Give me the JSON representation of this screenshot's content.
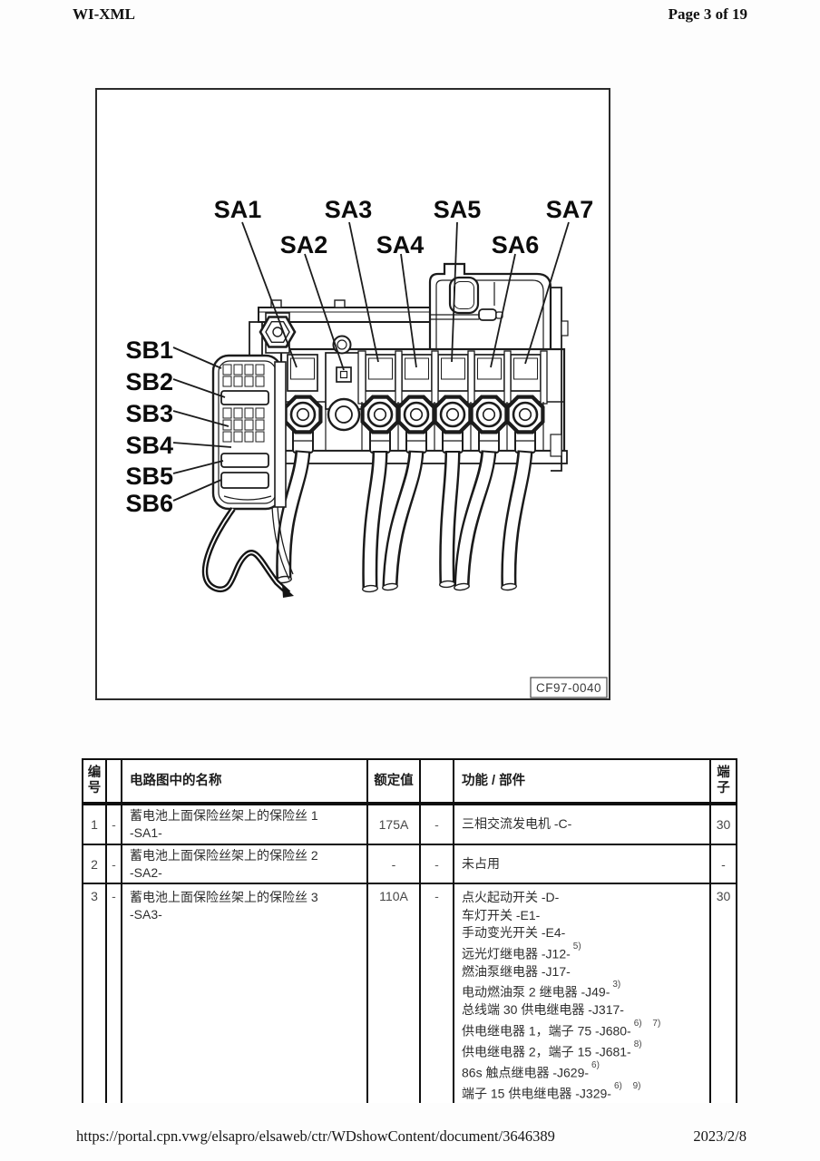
{
  "page": {
    "header_left": "WI-XML",
    "header_right": "Page 3 of 19",
    "footer_url": "https://portal.cpn.vwg/elsapro/elsaweb/ctr/WDshowContent/document/3646389",
    "footer_date": "2023/2/8"
  },
  "figure": {
    "code": "CF97-0040",
    "top_labels": [
      "SA1",
      "SA2",
      "SA3",
      "SA4",
      "SA5",
      "SA6",
      "SA7"
    ],
    "side_labels": [
      "SB1",
      "SB2",
      "SB3",
      "SB4",
      "SB5",
      "SB6"
    ]
  },
  "table": {
    "headers": {
      "no": "编号",
      "name": "电路图中的名称",
      "rating": "额定值",
      "function": "功能 / 部件",
      "terminal": "端子"
    },
    "rows": [
      {
        "no": "1",
        "dash": "-",
        "name": [
          "蓄电池上面保险丝架上的保险丝 1",
          "-SA1-"
        ],
        "rating": "175A",
        "dash2": "-",
        "functions": [
          {
            "text": "三相交流发电机 -C-",
            "sup": ""
          }
        ],
        "terminal": "30"
      },
      {
        "no": "2",
        "dash": "-",
        "name": [
          "蓄电池上面保险丝架上的保险丝 2",
          "-SA2-"
        ],
        "rating": "-",
        "dash2": "-",
        "functions": [
          {
            "text": "未占用",
            "sup": ""
          }
        ],
        "terminal": "-"
      },
      {
        "no": "3",
        "dash": "-",
        "name": [
          "蓄电池上面保险丝架上的保险丝 3",
          "-SA3-"
        ],
        "rating": "110A",
        "dash2": "-",
        "functions": [
          {
            "text": "点火起动开关 -D-",
            "sup": ""
          },
          {
            "text": "车灯开关 -E1-",
            "sup": ""
          },
          {
            "text": "手动变光开关 -E4-",
            "sup": ""
          },
          {
            "text": "远光灯继电器 -J12-",
            "sup": "5)"
          },
          {
            "text": "燃油泵继电器 -J17-",
            "sup": ""
          },
          {
            "text": "电动燃油泵 2 继电器 -J49-",
            "sup": "3)"
          },
          {
            "text": "总线端 30 供电继电器 -J317-",
            "sup": ""
          },
          {
            "text": "供电继电器 1，端子 75 -J680-",
            "sup": "6) 7)"
          },
          {
            "text": "供电继电器 2，端子 15 -J681-",
            "sup": "8)"
          },
          {
            "text": "86s 触点继电器 -J629-",
            "sup": "6)"
          },
          {
            "text": "端子 15 供电继电器 -J329-",
            "sup": "6) 9)"
          }
        ],
        "terminal": "30"
      }
    ]
  }
}
